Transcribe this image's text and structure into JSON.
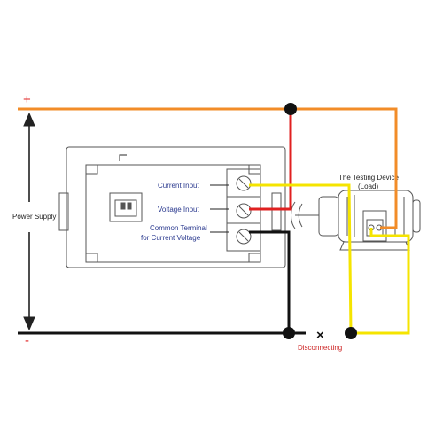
{
  "labels": {
    "plus": "+",
    "minus": "-",
    "power_supply": "Power Supply",
    "current_input": "Current Input",
    "voltage_input": "Voltage Input",
    "common_terminal_line1": "Common Terminal",
    "common_terminal_line2": "for Current Voltage",
    "device_line1": "The Testing Device",
    "device_line2": "(Load)",
    "disconnect_mark": "×",
    "disconnecting": "Disconnecting"
  },
  "colors": {
    "positive_wire": "#f28c28",
    "negative_wire": "#111111",
    "red_wire": "#e02020",
    "yellow_wire": "#f5e400",
    "plus_sign": "#e02020",
    "minus_sign": "#e02020",
    "disconnect_text": "#cc2222",
    "label_blue": "#2b3a8f",
    "outline": "#555555"
  },
  "icons": {
    "meter": "panel-meter-icon",
    "motor": "electric-motor-icon",
    "junction": "wire-junction-dot"
  }
}
